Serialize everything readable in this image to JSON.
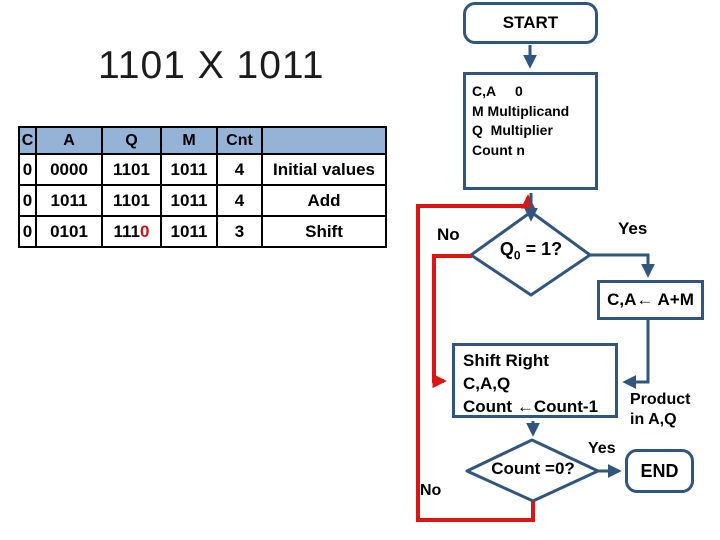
{
  "title": "1101 X 1011",
  "colors": {
    "flow_outline": "#31567E",
    "loop_red": "#DD1414",
    "table_header_bg": "#95B3D7",
    "red_digit": "#CC1414",
    "text": "#000000"
  },
  "table": {
    "headers": [
      "C",
      "A",
      "Q",
      "M",
      "Cnt",
      ""
    ],
    "rows": [
      {
        "c": "0",
        "a": "0000",
        "q": "1101",
        "m": "1011",
        "cnt": "4",
        "note": "Initial values"
      },
      {
        "c": "0",
        "a": "1011",
        "q": "1101",
        "m": "1011",
        "cnt": "4",
        "note": "Add"
      },
      {
        "c": "0",
        "a": "0101",
        "q_black": "111",
        "q_red": "0",
        "m": "1011",
        "cnt": "3",
        "note": "Shift"
      }
    ]
  },
  "flowchart": {
    "start_label": "START",
    "init_lines": [
      "C,A     0",
      "M Multiplicand",
      "Q  Multiplier",
      "Count n"
    ],
    "q0": {
      "pre": "Q",
      "sub": "0",
      "post": " = 1?"
    },
    "no_label_top": "No",
    "yes_label_top": "Yes",
    "add_box_label": "C,A← A+M",
    "shift_lines": [
      "Shift Right",
      "C,A,Q",
      "Count ←Count-1"
    ],
    "count_label": "Count =0?",
    "yes_label_bottom": "Yes",
    "no_label_bottom": "No",
    "end_label": "END",
    "product_note": [
      "Product",
      "in A,Q"
    ]
  }
}
